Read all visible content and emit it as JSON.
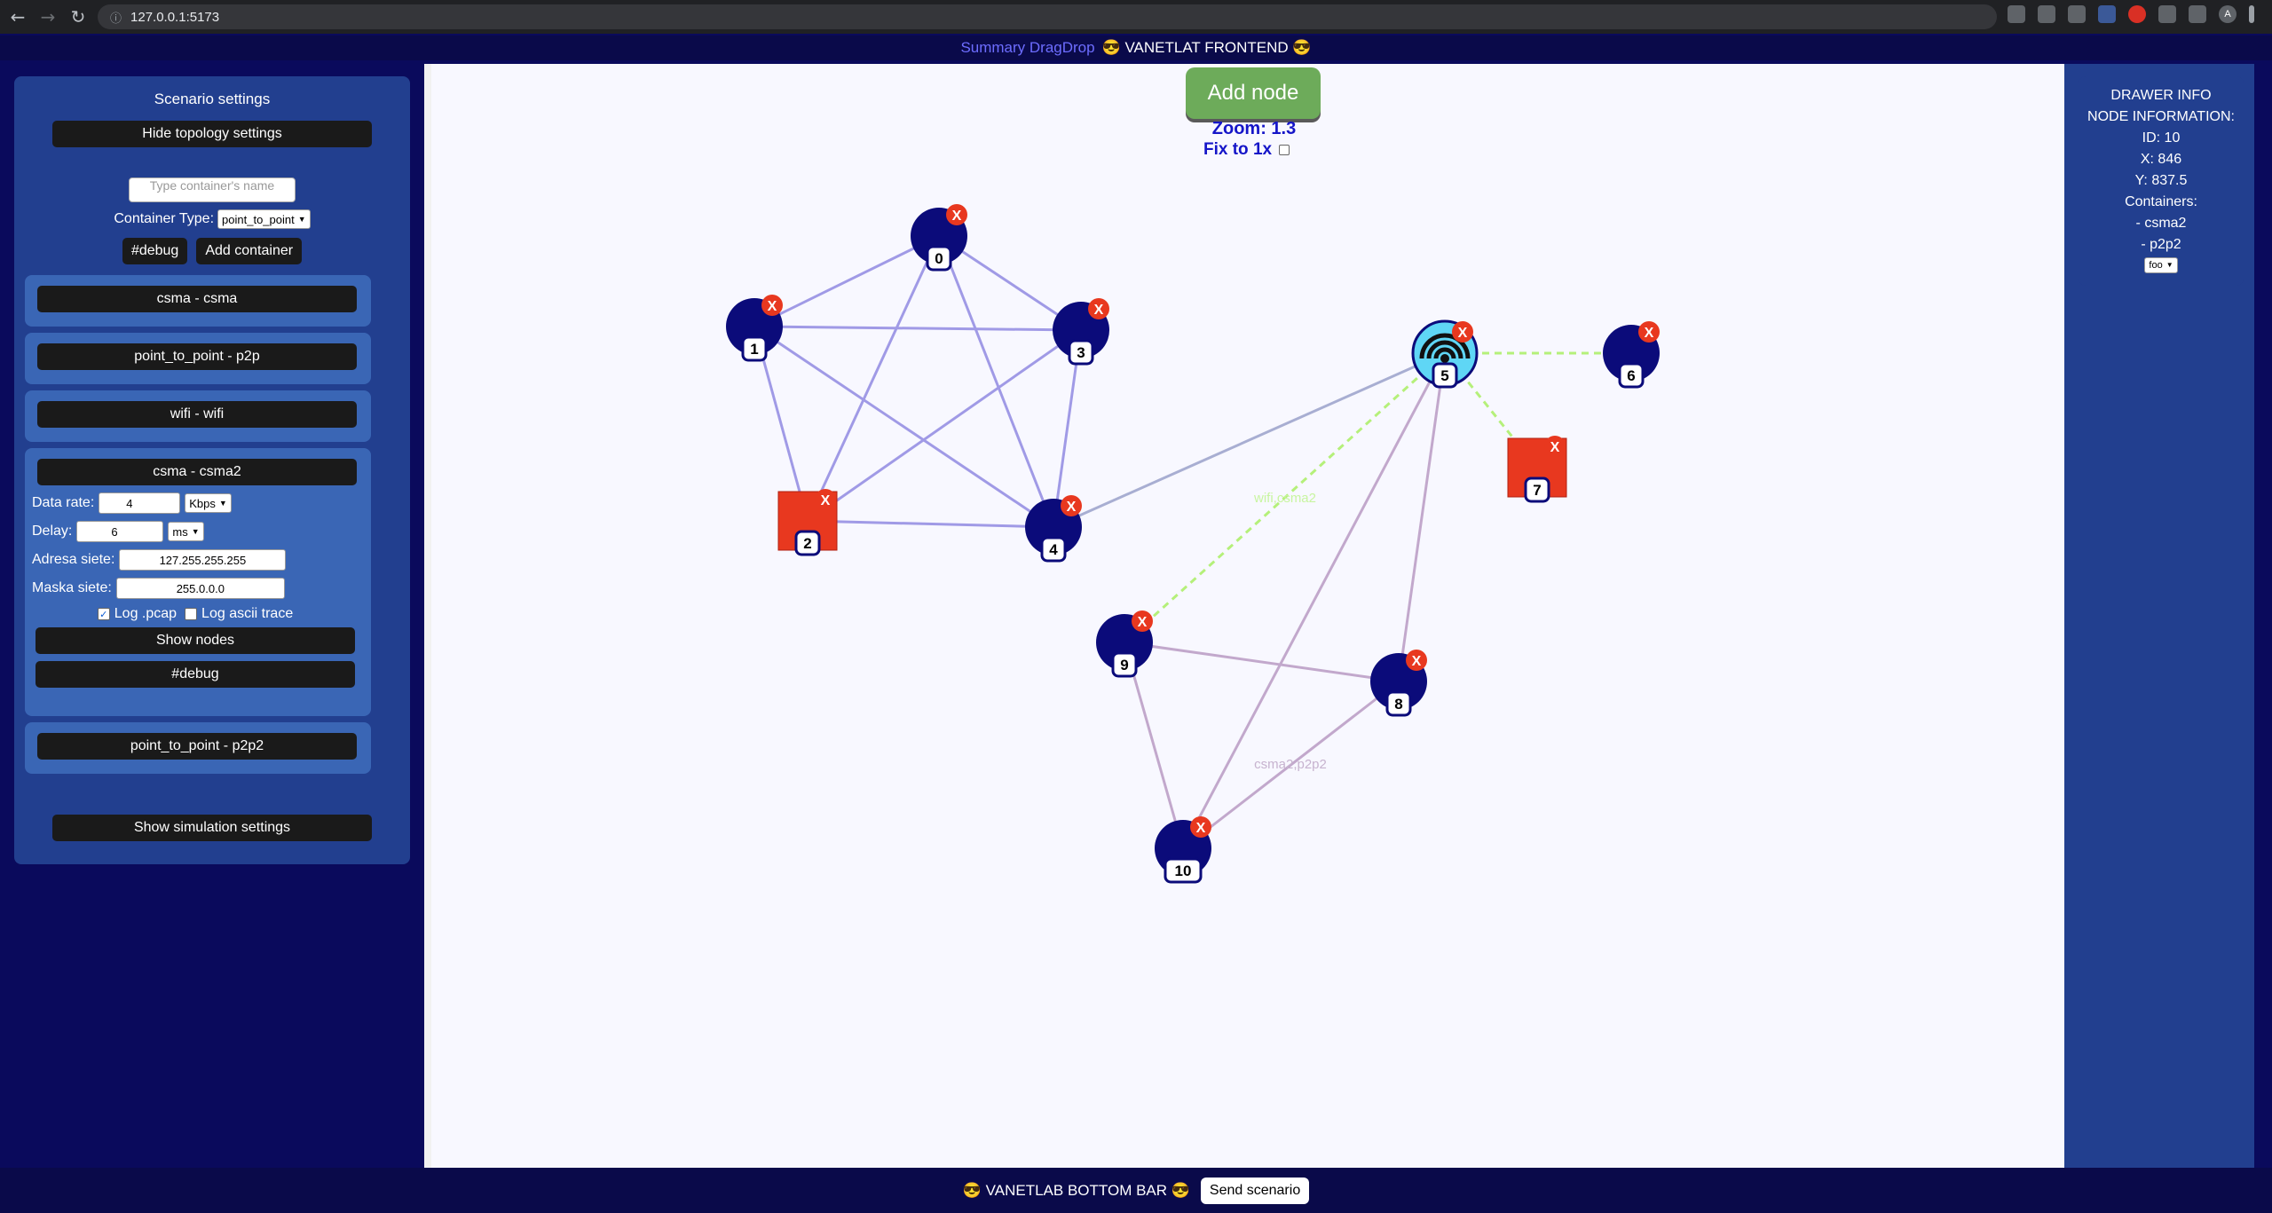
{
  "browser": {
    "url": "127.0.0.1:5173",
    "back": "←",
    "forward": "→",
    "reload": "↻",
    "profile_initial": "A"
  },
  "top_bar": {
    "link_text": "Summary DragDrop",
    "title": "😎 VANETLAT FRONTEND 😎"
  },
  "left_panel": {
    "title": "Scenario settings",
    "hide_topology_button": "Hide topology settings",
    "container_name_placeholder": "Type container's name",
    "container_type_label": "Container Type:",
    "container_type_value": "point_to_point",
    "debug_button": "#debug",
    "add_container_button": "Add container",
    "containers": [
      {
        "label": "csma - csma"
      },
      {
        "label": "point_to_point - p2p"
      },
      {
        "label": "wifi - wifi"
      },
      {
        "label": "csma - csma2"
      },
      {
        "label": "point_to_point - p2p2"
      }
    ],
    "expanded": {
      "data_rate_label": "Data rate:",
      "data_rate_value": "4",
      "data_rate_unit": "Kbps",
      "delay_label": "Delay:",
      "delay_value": "6",
      "delay_unit": "ms",
      "address_label": "Adresa siete:",
      "address_value": "127.255.255.255",
      "mask_label": "Maska siete:",
      "mask_value": "255.0.0.0",
      "log_pcap_label": "Log .pcap",
      "log_pcap_checked": true,
      "log_ascii_label": "Log ascii trace",
      "log_ascii_checked": false,
      "show_nodes_button": "Show nodes",
      "debug_button": "#debug"
    },
    "show_simulation_button": "Show simulation settings"
  },
  "canvas": {
    "add_node_button": "Add node",
    "zoom_text": "Zoom: 1.3",
    "fix_label": "Fix to 1x",
    "delete_glyph": "X",
    "edge_labels": [
      {
        "text": "wifi,csma2"
      },
      {
        "text": "csma2,p2p2"
      }
    ],
    "nodes": [
      {
        "id": "0",
        "shape": "circle"
      },
      {
        "id": "1",
        "shape": "circle"
      },
      {
        "id": "2",
        "shape": "square"
      },
      {
        "id": "3",
        "shape": "circle"
      },
      {
        "id": "4",
        "shape": "circle"
      },
      {
        "id": "5",
        "shape": "access-point"
      },
      {
        "id": "6",
        "shape": "circle"
      },
      {
        "id": "7",
        "shape": "square"
      },
      {
        "id": "8",
        "shape": "circle"
      },
      {
        "id": "9",
        "shape": "circle"
      },
      {
        "id": "10",
        "shape": "circle"
      }
    ],
    "colors": {
      "node_fill": "#0b0b7a",
      "square_fill": "#e8381f",
      "delete_badge": "#e8381f",
      "edge_csma": "#a09ae6",
      "edge_p2p": "#a8aed2",
      "edge_csma2": "#c2a8cc",
      "edge_wifi": "#b5f07a",
      "ap_fill": "#5fd6f5"
    }
  },
  "right_panel": {
    "lines": [
      "DRAWER INFO",
      "NODE INFORMATION:",
      "ID: 10",
      "X: 846",
      "Y: 837.5",
      "Containers:",
      "- csma2",
      "- p2p2"
    ],
    "select_value": "foo"
  },
  "bottom_bar": {
    "title": "😎 VANETLAB BOTTOM BAR 😎",
    "send_button": "Send scenario"
  }
}
